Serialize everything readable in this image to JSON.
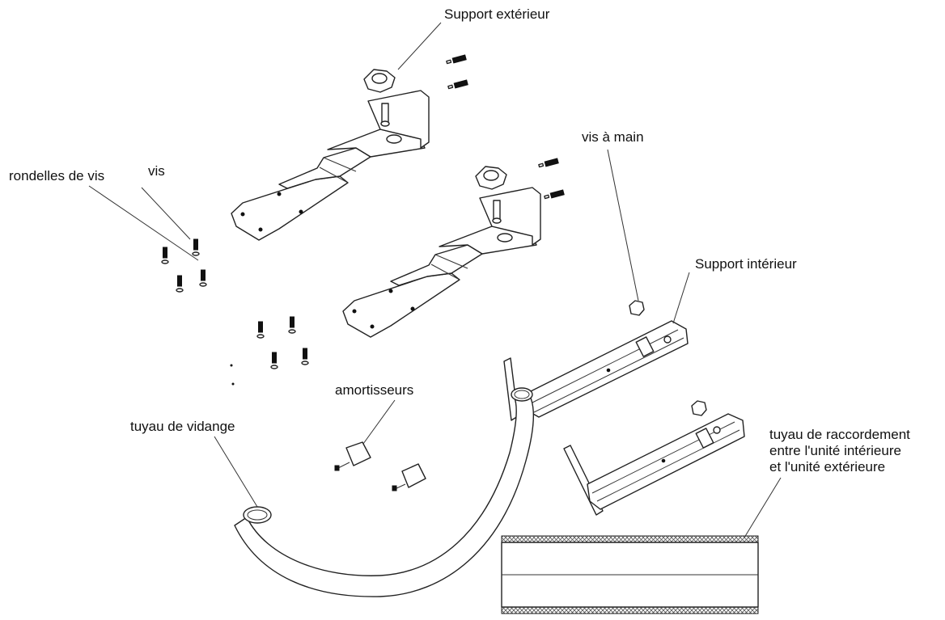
{
  "labels": {
    "support_exterieur": "Support extérieur",
    "vis_a_main": "vis à main",
    "rondelles_de_vis": "rondelles de vis",
    "vis": "vis",
    "support_interieur": "Support intérieur",
    "amortisseurs": "amortisseurs",
    "tuyau_de_vidange": "tuyau de vidange",
    "tuyau_raccordement": [
      "tuyau de raccordement",
      "entre l'unité intérieure",
      "et l'unité extérieure"
    ]
  },
  "colors": {
    "line": "#222222",
    "background": "#ffffff",
    "hatch": "#555555"
  }
}
